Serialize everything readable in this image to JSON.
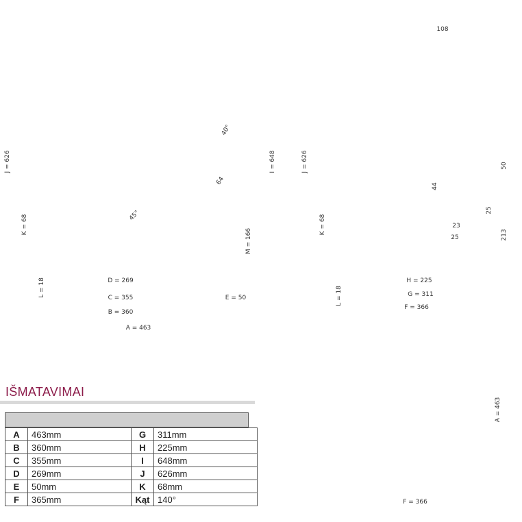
{
  "heading": "IŠMATAVIMAI",
  "spec_rows": [
    {
      "k1": "A",
      "v1": "463mm",
      "k2": "G",
      "v2": "311mm"
    },
    {
      "k1": "B",
      "v1": "360mm",
      "k2": "H",
      "v2": "225mm"
    },
    {
      "k1": "C",
      "v1": "355mm",
      "k2": "I",
      "v2": "648mm"
    },
    {
      "k1": "D",
      "v1": "269mm",
      "k2": "J",
      "v2": "626mm"
    },
    {
      "k1": "E",
      "v1": "50mm",
      "k2": "K",
      "v2": "68mm"
    },
    {
      "k1": "F",
      "v1": "365mm",
      "k2": "Kąt",
      "v2": "140°"
    }
  ],
  "side_view": {
    "J": "J = 626",
    "I": "I = 648",
    "K": "K = 68",
    "L": "L = 18",
    "M": "M = 166",
    "D": "D = 269",
    "C": "C = 355",
    "E": "E = 50",
    "B": "B = 360",
    "A": "A = 463",
    "angle40": "40°",
    "angle45": "45°",
    "d64": "64"
  },
  "front_view": {
    "J": "J = 626",
    "K": "K = 68",
    "L": "L = 18",
    "H": "H = 225",
    "G": "G = 311",
    "F": "F = 366",
    "d108": "108",
    "d50": "50",
    "d44": "44",
    "d25a": "25",
    "d23": "23",
    "d25b": "25",
    "d213": "213"
  },
  "top_view": {
    "A": "A = 463",
    "F": "F = 366"
  }
}
